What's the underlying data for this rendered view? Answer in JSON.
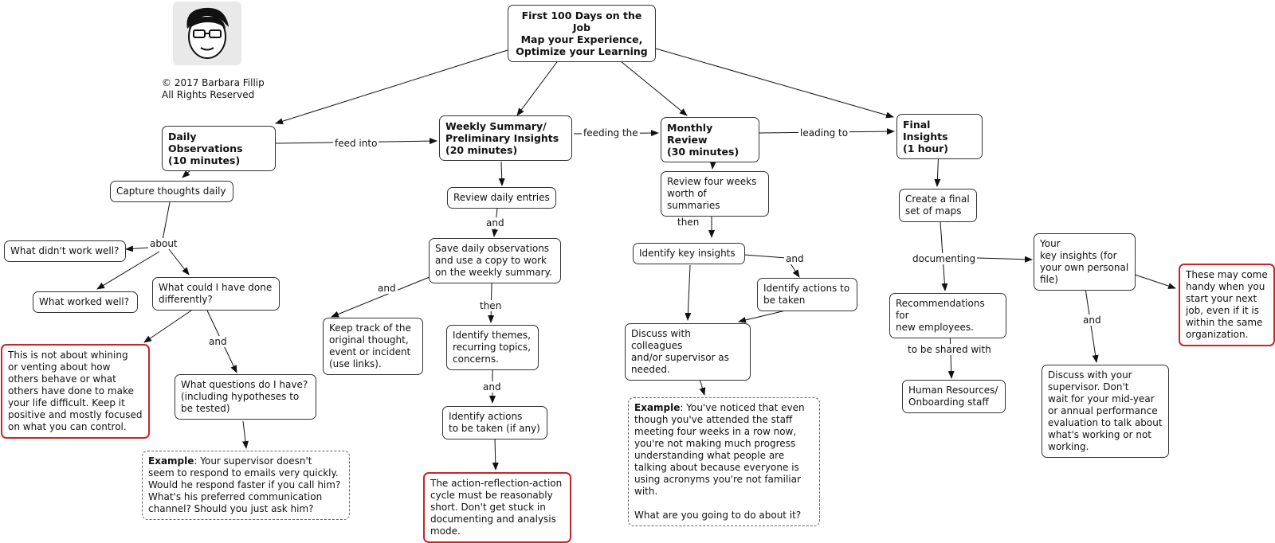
{
  "copyright": "© 2017 Barbara Fillip\nAll Rights Reserved",
  "nodes": {
    "root": "First 100 Days on the Job\nMap your Experience,\nOptimize your Learning",
    "daily": "Daily Observations\n(10 minutes)",
    "weekly": "Weekly Summary/\nPreliminary Insights\n(20 minutes)",
    "monthly": "Monthly Review\n(30 minutes)",
    "final": "Final Insights\n(1 hour)",
    "capture": "Capture thoughts daily",
    "didnt_work": "What didn't work well?",
    "worked": "What worked well?",
    "could_have": "What could I have done\ndifferently?",
    "not_whining": "This is not about whining\nor venting about how\nothers behave or what\nothers have done to make\nyour life difficult.  Keep it\npositive and mostly focused\non what you can control.",
    "questions": "What questions do I have?\n(including hypotheses to\nbe tested)",
    "example1_label": "Example",
    "example1_text": ":  Your supervisor doesn't\nseem to respond to emails very quickly.\nWould he respond faster if you call him?\nWhat's his preferred communication\nchannel?  Should you just ask him?",
    "review_daily": "Review daily entries",
    "save_daily": "Save daily observations\nand use a copy to work\non the weekly summary.",
    "keep_track": "Keep track of the\noriginal thought,\nevent or incident\n(use links).",
    "themes": "Identify themes,\nrecurring topics,\nconcerns.",
    "actions_weekly": "Identify actions\nto be taken (if any)",
    "action_cycle": "The action-reflection-action\ncycle must be reasonably\nshort.  Don't get stuck in\ndocumenting and analysis\nmode.",
    "review_four": "Review four weeks\nworth of summaries",
    "key_insights": "Identify key insights",
    "actions_monthly": "Identify actions to\nbe taken",
    "discuss": "Discuss with colleagues\nand/or supervisor as\nneeded.",
    "example2_label": "Example",
    "example2_text": ":  You've noticed that even\nthough you've attended the staff\nmeeting four weeks in a row now,\nyou're not making much progress\nunderstanding what people are\ntalking about because everyone is\nusing acronyms you're not familiar\nwith.\n\nWhat are you going to do about it?",
    "final_maps": "Create a final\nset of maps",
    "recommendations": "Recommendations for\nnew employees.",
    "hr": "Human Resources/\nOnboarding staff",
    "your_insights": "Your\nkey insights (for\nyour own personal\nfile)",
    "handy": "These may come\nhandy when you\nstart your next\njob, even if it is\nwithin the same\norganization.",
    "supervisor": "Discuss with your\nsupervisor.  Don't\nwait for your mid-year\nor annual performance\nevaluation to talk about\nwhat's working or not\nworking."
  },
  "edge_labels": {
    "feed_into": "feed into",
    "feeding_the": "feeding the",
    "leading_to": "leading to",
    "about": "about",
    "and_could": "and",
    "and_weekly1": "and",
    "and_keep": "and",
    "then_weekly": "then",
    "and_weekly2": "and",
    "then_monthly": "then",
    "and_monthly": "and",
    "documenting": "documenting",
    "to_be_shared": "to be shared with",
    "and_final": "and"
  },
  "colors": {
    "red_border": "#c8252c",
    "line": "#111111"
  }
}
